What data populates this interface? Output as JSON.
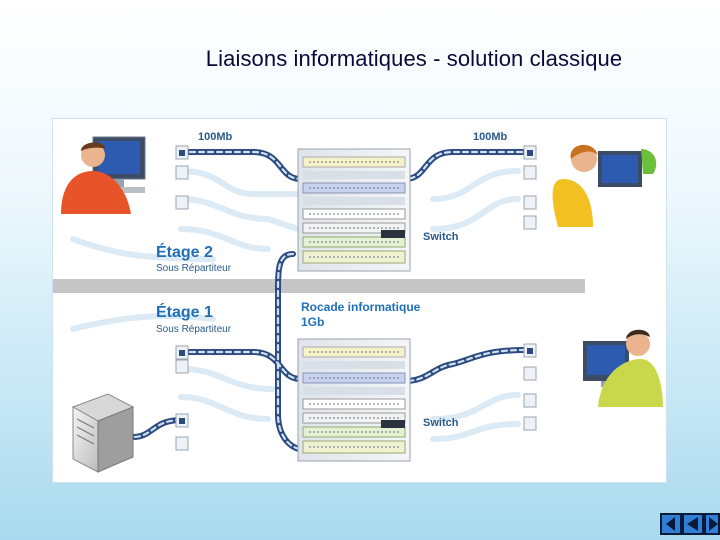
{
  "slide": {
    "title": "Liaisons informatiques - solution classique"
  },
  "diagram": {
    "speed_left": "100Mb",
    "speed_right": "100Mb",
    "floor2_title": "Étage 2",
    "floor2_sub": "Sous Répartiteur",
    "floor1_title": "Étage 1",
    "floor1_sub": "Sous Répartiteur",
    "backbone_line1": "Rocade informatique",
    "backbone_line2": "1Gb",
    "switch_top": "Switch",
    "switch_bottom": "Switch"
  },
  "colors": {
    "title": "#0a0a3a",
    "accent_text": "#1f6fb8",
    "label_text": "#2a5a8a",
    "cable": "#2a4a80",
    "floor_band": "#c6c6c6",
    "nav_button": "#2f7fd6"
  },
  "nav": {
    "buttons": [
      "previous-icon",
      "return-icon",
      "next-icon"
    ]
  }
}
